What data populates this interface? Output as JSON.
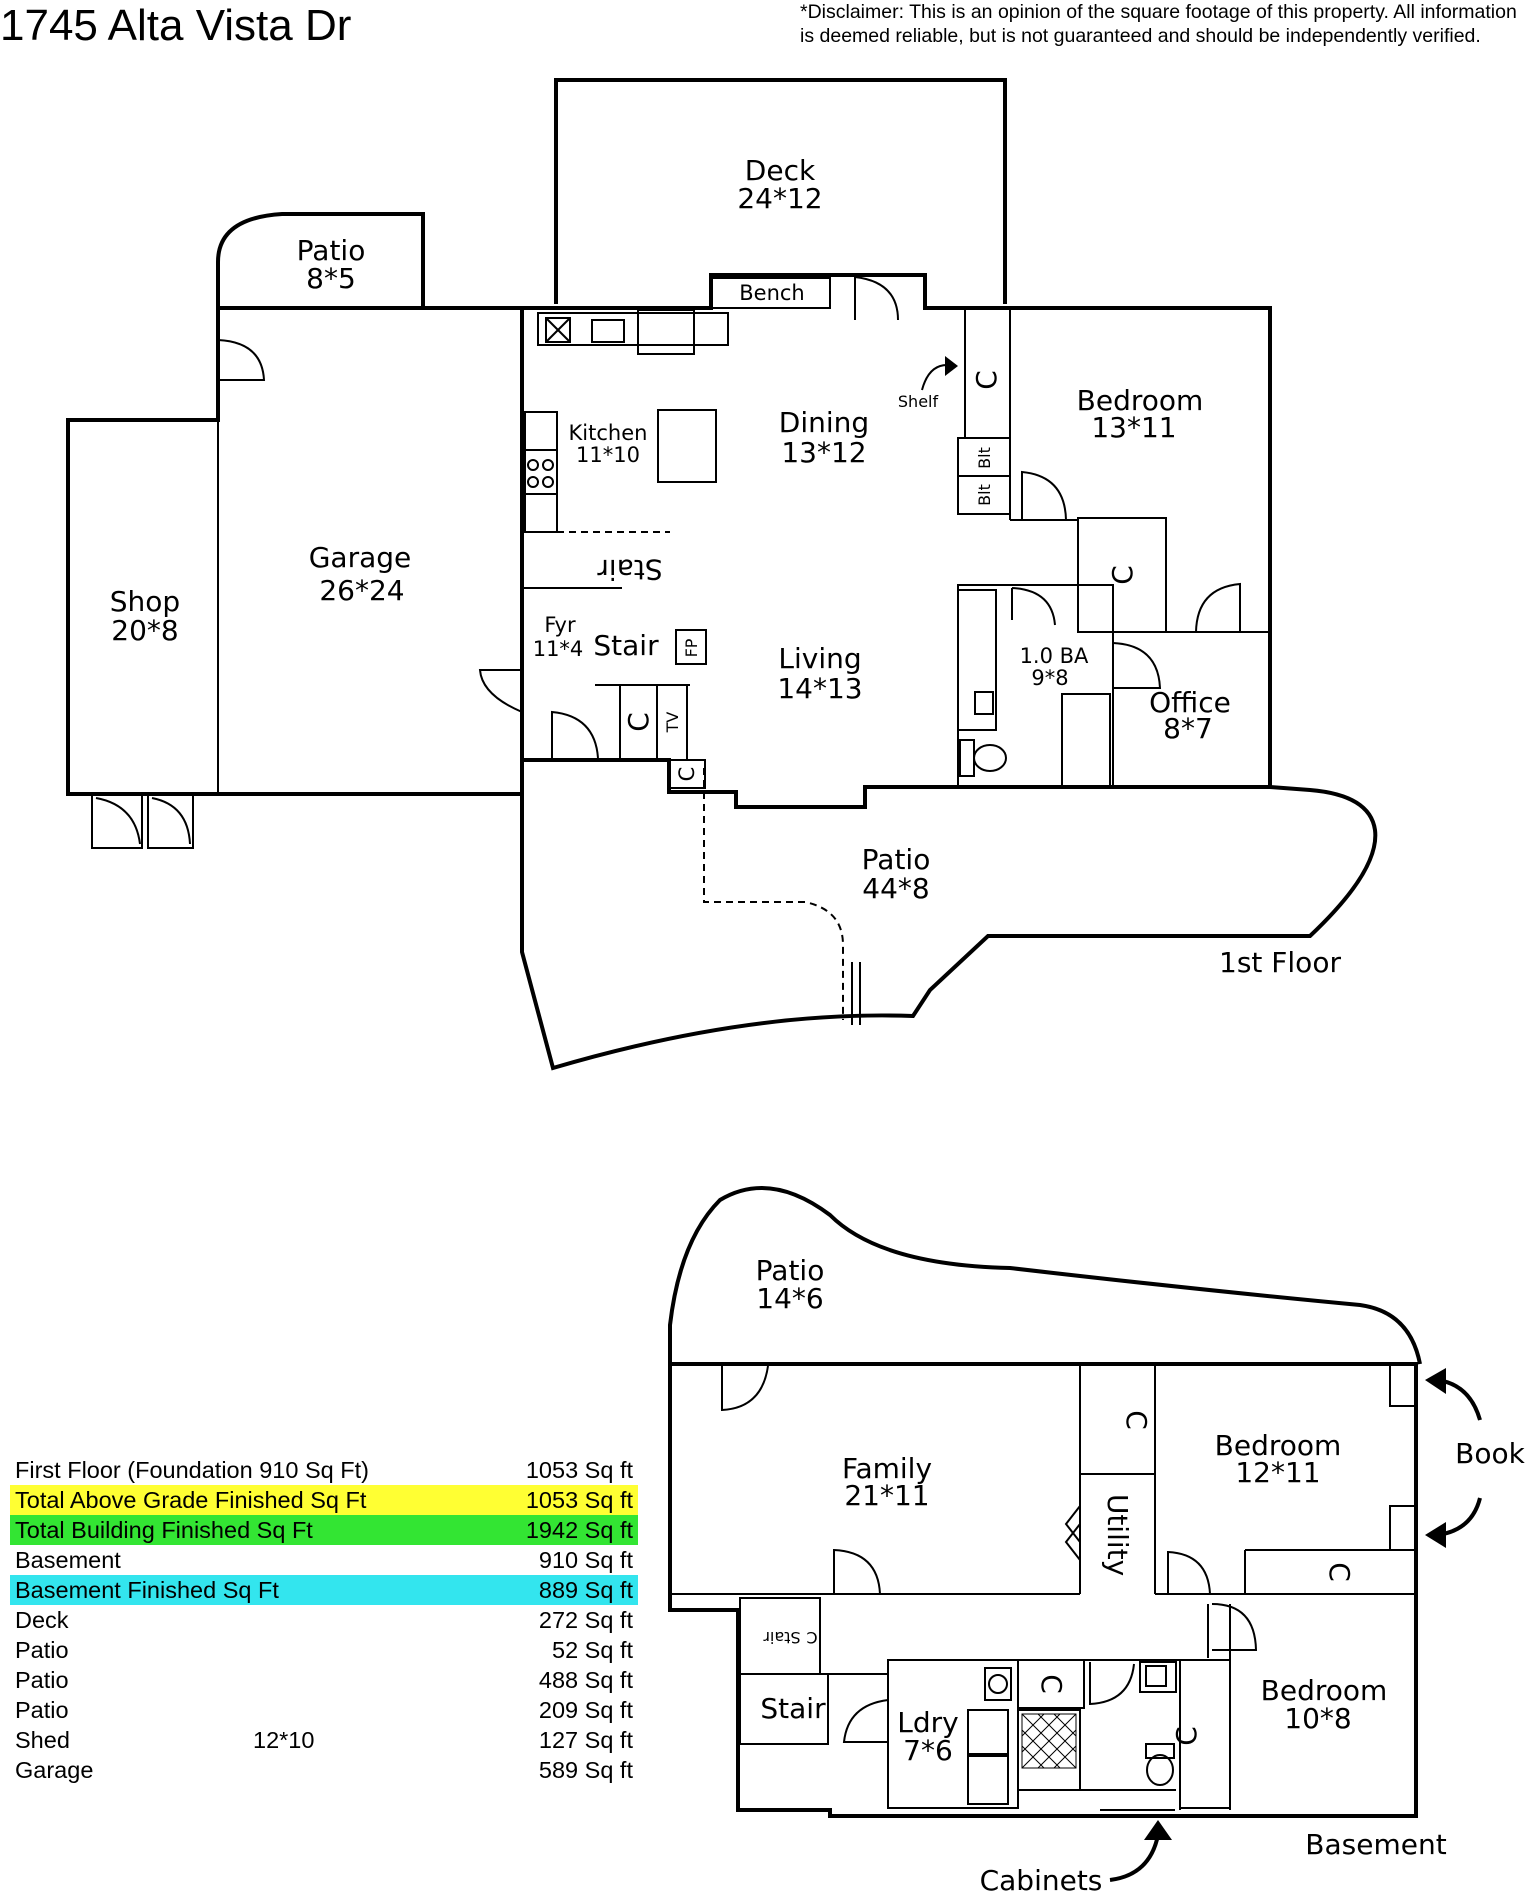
{
  "header": {
    "address": "1745 Alta Vista Dr",
    "disclaimer": "*Disclaimer: This is an opinion of the square footage of this property. All information is deemed reliable, but is not guaranteed and should be independently verified."
  },
  "floors": {
    "first_floor_label": "1st Floor",
    "basement_label": "Basement"
  },
  "first_floor_rooms": {
    "deck": {
      "name": "Deck",
      "dims": "24*12"
    },
    "patio_small": {
      "name": "Patio",
      "dims": "8*5"
    },
    "bench": "Bench",
    "shelf": "Shelf",
    "closet": "C",
    "built_in": "Blt",
    "bedroom": {
      "name": "Bedroom",
      "dims": "13*11"
    },
    "kitchen": {
      "name": "Kitchen",
      "dims": "11*10"
    },
    "dining": {
      "name": "Dining",
      "dims": "13*12"
    },
    "garage": {
      "name": "Garage",
      "dims": "26*24"
    },
    "shop": {
      "name": "Shop",
      "dims": "20*8"
    },
    "stair_inverted": "Stair",
    "foyer": {
      "name": "Fyr",
      "dims": "11*4"
    },
    "stair": "Stair",
    "fireplace": "FP",
    "tv": "TV",
    "living": {
      "name": "Living",
      "dims": "14*13"
    },
    "bath": {
      "name": "1.0 BA",
      "dims": "9*8"
    },
    "office": {
      "name": "Office",
      "dims": "8*7"
    },
    "patio_large": {
      "name": "Patio",
      "dims": "44*8"
    }
  },
  "basement_rooms": {
    "patio": {
      "name": "Patio",
      "dims": "14*6"
    },
    "family": {
      "name": "Family",
      "dims": "21*11"
    },
    "closet": "C",
    "utility": "Utility",
    "bedroom1": {
      "name": "Bedroom",
      "dims": "12*11"
    },
    "book": "Book",
    "stair_small": "Stair",
    "stair": "Stair",
    "laundry": {
      "name": "Ldry",
      "dims": "7*6"
    },
    "bedroom2": {
      "name": "Bedroom",
      "dims": "10*8"
    },
    "cabinets": "Cabinets"
  },
  "colors": {
    "yellow": "#ffff33",
    "green": "#33e533",
    "cyan": "#33e5ee"
  },
  "area_table": [
    {
      "name": "First Floor (Foundation 910 Sq Ft)",
      "dim": "",
      "value": "1053 Sq ft",
      "highlight": ""
    },
    {
      "name": "Total Above Grade Finished Sq Ft",
      "dim": "",
      "value": "1053 Sq ft",
      "highlight": "yellow"
    },
    {
      "name": "Total Building Finished Sq Ft",
      "dim": "",
      "value": "1942 Sq ft",
      "highlight": "green"
    },
    {
      "name": "Basement",
      "dim": "",
      "value": "910 Sq ft",
      "highlight": ""
    },
    {
      "name": "Basement Finished Sq Ft",
      "dim": "",
      "value": "889 Sq ft",
      "highlight": "cyan"
    },
    {
      "name": "Deck",
      "dim": "",
      "value": "272 Sq ft",
      "highlight": ""
    },
    {
      "name": "Patio",
      "dim": "",
      "value": "52 Sq ft",
      "highlight": ""
    },
    {
      "name": "Patio",
      "dim": "",
      "value": "488 Sq ft",
      "highlight": ""
    },
    {
      "name": "Patio",
      "dim": "",
      "value": "209 Sq ft",
      "highlight": ""
    },
    {
      "name": "Shed",
      "dim": "12*10",
      "value": "127 Sq ft",
      "highlight": ""
    },
    {
      "name": "Garage",
      "dim": "",
      "value": "589 Sq ft",
      "highlight": ""
    }
  ]
}
